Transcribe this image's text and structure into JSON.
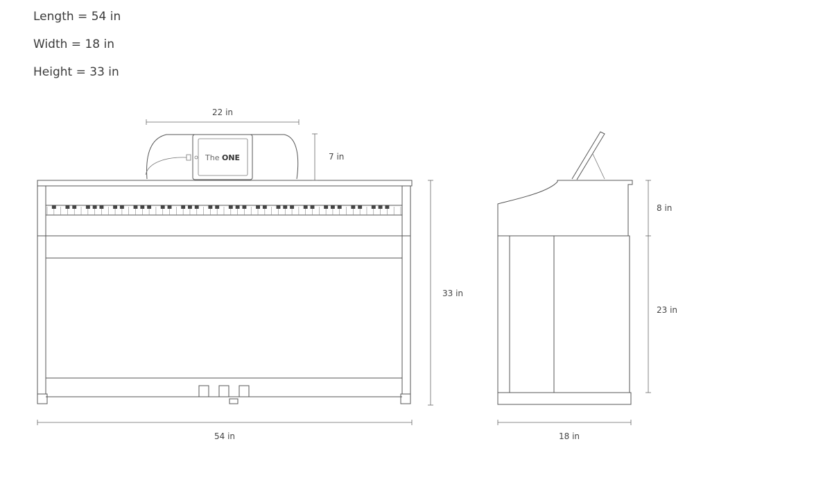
{
  "specs": {
    "length": "Length = 54 in",
    "width": "Width = 18 in",
    "height": "Height = 33 in"
  },
  "front_view": {
    "tablet_width_label": "22 in",
    "tablet_height_label": "7 in",
    "total_height_label": "33 in",
    "total_length_label": "54 in",
    "logo_the": "The",
    "logo_one": "ONE"
  },
  "side_view": {
    "upper_height_label": "8 in",
    "lower_height_label": "23 in",
    "depth_label": "18 in"
  }
}
